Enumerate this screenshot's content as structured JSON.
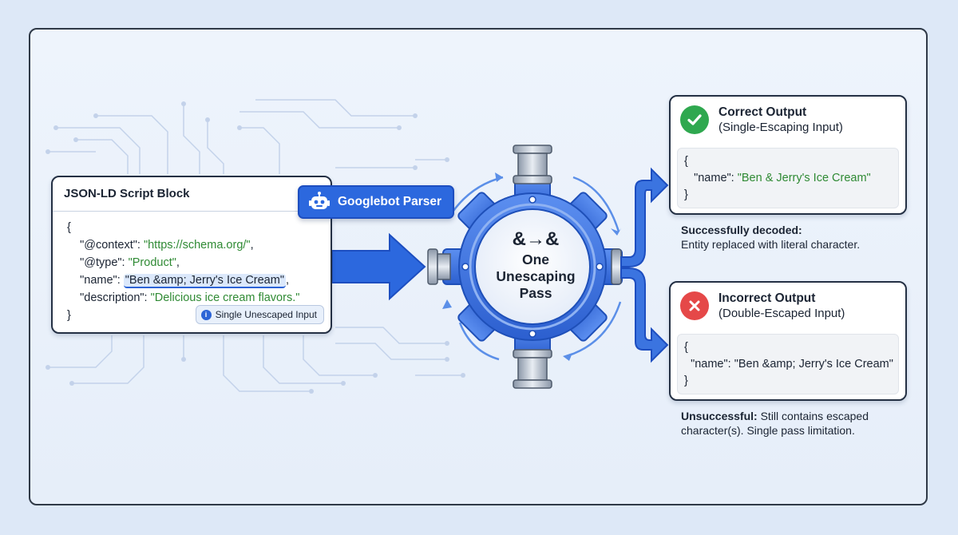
{
  "input_card": {
    "title": "JSON-LD Script Block",
    "brace_open": "{",
    "brace_close": "}",
    "lines": [
      {
        "key": "\"@context\"",
        "sep": ": ",
        "value": "\"https://schema.org/\"",
        "tail": ","
      },
      {
        "key": "\"@type\"",
        "sep": ": ",
        "value": "\"Product\"",
        "tail": ","
      },
      {
        "key": "\"name\"",
        "sep": ": ",
        "value": "\"Ben &amp; Jerry's Ice Cream\"",
        "tail": ","
      },
      {
        "key": "\"description\"",
        "sep": ": ",
        "value": "\"Delicious ice cream flavors.\"",
        "tail": ""
      }
    ],
    "badge": "Single Unescaped Input"
  },
  "parser": {
    "label": "Googlebot Parser",
    "icon": "robot-icon"
  },
  "gear": {
    "symbol": "&→&",
    "label_line1": "One",
    "label_line2": "Unescaping",
    "label_line3": "Pass"
  },
  "correct": {
    "title": "Correct Output",
    "subtitle": "(Single-Escaping Input)",
    "icon": "check-icon",
    "brace_open": "{",
    "key": "\"name\"",
    "sep": ": ",
    "value": "\"Ben & Jerry's Ice Cream\"",
    "brace_close": "}",
    "caption_bold": "Successfully decoded:",
    "caption_text": "Entity replaced with literal character."
  },
  "incorrect": {
    "title": "Incorrect Output",
    "subtitle": "(Double-Escaped Input)",
    "icon": "x-icon",
    "brace_open": "{",
    "key": "\"name\"",
    "sep": ": ",
    "value": "\"Ben &amp; Jerry's Ice Cream\"",
    "brace_close": "}",
    "caption_bold": "Unsuccessful:",
    "caption_text": "Still contains escaped character(s). Single pass limitation."
  },
  "colors": {
    "accent": "#2c68de",
    "success": "#2fa84f",
    "error": "#e54848",
    "string": "#2f8a34"
  }
}
